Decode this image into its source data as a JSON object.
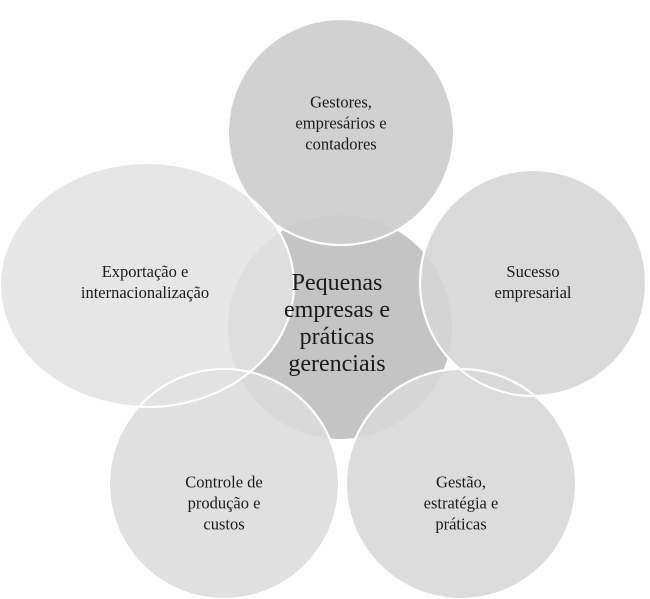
{
  "diagram": {
    "type": "venn-petal",
    "background": "#ffffff",
    "outline_color": "#ffffff",
    "center": {
      "label": "Pequenas\nempresas e\npráticas\ngerenciais",
      "fill": "#c4c4c4"
    },
    "petals": [
      {
        "id": "top",
        "label": "Gestores,\nempresários e\ncontadores",
        "fill": "#d0d0d0"
      },
      {
        "id": "left",
        "label": "Exportação e\ninternacionalização",
        "fill": "#e0e0e0"
      },
      {
        "id": "right",
        "label": "Sucesso\nempresarial",
        "fill": "#d6d6d6"
      },
      {
        "id": "bottom-left",
        "label": "Controle de\nprodução e\ncustos",
        "fill": "#dcdcdc"
      },
      {
        "id": "bottom-right",
        "label": "Gestão,\nestratégia  e\npráticas",
        "fill": "#d8d8d8"
      }
    ]
  }
}
